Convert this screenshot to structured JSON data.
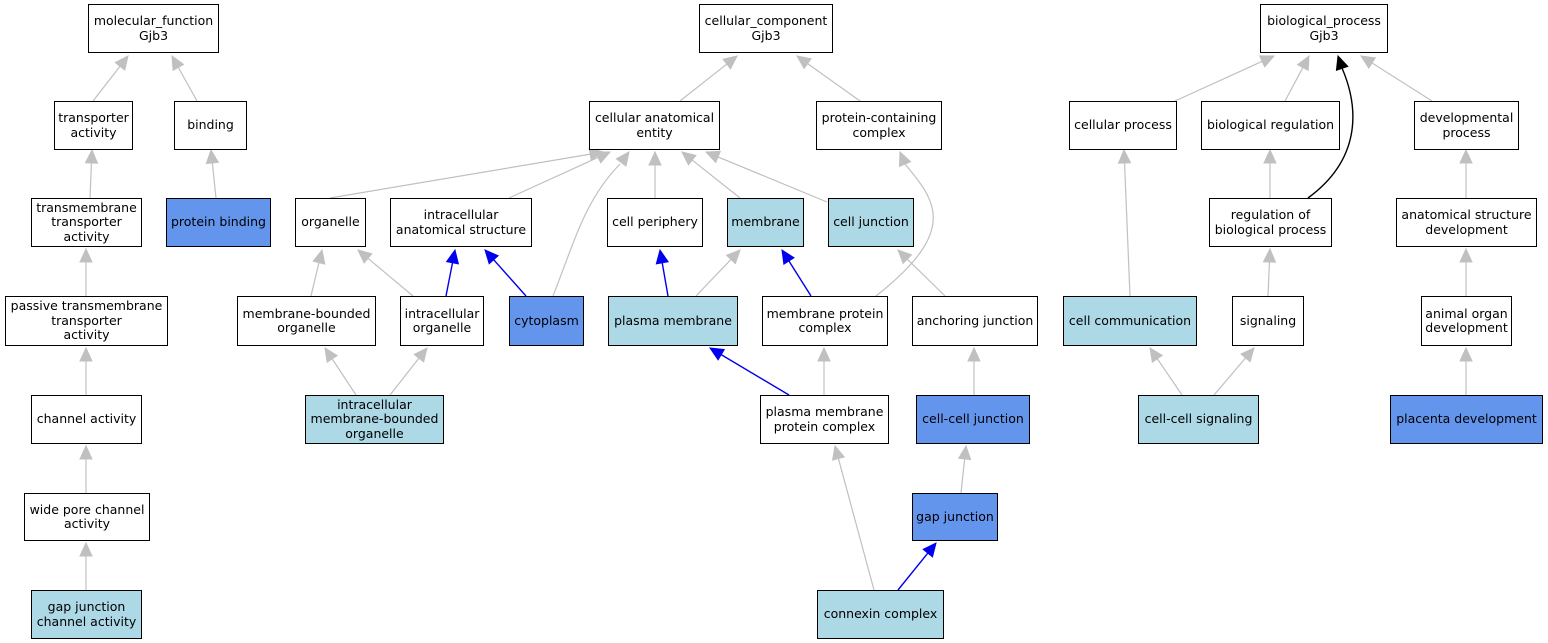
{
  "colors": {
    "edge_gray": "#c0c0c0",
    "edge_blue": "#0000ee",
    "edge_black": "#000000",
    "fill_none": "#ffffff",
    "fill_light": "#add8e6",
    "fill_strong": "#6495ed"
  },
  "nodes": {
    "mf_root": {
      "label": "molecular_function\nGjb3",
      "fill": "white"
    },
    "transporter_activity": {
      "label": "transporter\nactivity",
      "fill": "white"
    },
    "binding": {
      "label": "binding",
      "fill": "white"
    },
    "tm_transporter": {
      "label": "transmembrane\ntransporter\nactivity",
      "fill": "white"
    },
    "protein_binding": {
      "label": "protein binding",
      "fill": "blue"
    },
    "passive_tm": {
      "label": "passive transmembrane\ntransporter\nactivity",
      "fill": "white"
    },
    "channel_activity": {
      "label": "channel activity",
      "fill": "white"
    },
    "wide_pore": {
      "label": "wide pore channel\nactivity",
      "fill": "white"
    },
    "gj_channel": {
      "label": "gap junction\nchannel activity",
      "fill": "light"
    },
    "cc_root": {
      "label": "cellular_component\nGjb3",
      "fill": "white"
    },
    "cell_anat_entity": {
      "label": "cellular anatomical\nentity",
      "fill": "white"
    },
    "protein_complex": {
      "label": "protein-containing\ncomplex",
      "fill": "white"
    },
    "organelle": {
      "label": "organelle",
      "fill": "white"
    },
    "intracellular_anat": {
      "label": "intracellular\nanatomical structure",
      "fill": "white"
    },
    "cell_periphery": {
      "label": "cell periphery",
      "fill": "white"
    },
    "membrane": {
      "label": "membrane",
      "fill": "light"
    },
    "cell_junction": {
      "label": "cell junction",
      "fill": "light"
    },
    "membrane_bounded": {
      "label": "membrane-bounded\norganelle",
      "fill": "white"
    },
    "intracellular_organelle": {
      "label": "intracellular\norganelle",
      "fill": "white"
    },
    "cytoplasm": {
      "label": "cytoplasm",
      "fill": "blue"
    },
    "plasma_membrane": {
      "label": "plasma membrane",
      "fill": "light"
    },
    "membrane_protein_complex": {
      "label": "membrane protein\ncomplex",
      "fill": "white"
    },
    "anchoring_junction": {
      "label": "anchoring junction",
      "fill": "white"
    },
    "intra_mb_organelle": {
      "label": "intracellular\nmembrane-bounded\norganelle",
      "fill": "light"
    },
    "pm_protein_complex": {
      "label": "plasma membrane\nprotein complex",
      "fill": "white"
    },
    "cell_cell_junction": {
      "label": "cell-cell junction",
      "fill": "blue"
    },
    "gap_junction": {
      "label": "gap junction",
      "fill": "blue"
    },
    "connexin_complex": {
      "label": "connexin complex",
      "fill": "light"
    },
    "bp_root": {
      "label": "biological_process\nGjb3",
      "fill": "white"
    },
    "cellular_process": {
      "label": "cellular process",
      "fill": "white"
    },
    "biological_regulation": {
      "label": "biological regulation",
      "fill": "white"
    },
    "developmental_process": {
      "label": "developmental\nprocess",
      "fill": "white"
    },
    "reg_bio_process": {
      "label": "regulation of\nbiological process",
      "fill": "white"
    },
    "anat_struct_dev": {
      "label": "anatomical structure\ndevelopment",
      "fill": "white"
    },
    "cell_communication": {
      "label": "cell communication",
      "fill": "light"
    },
    "signaling": {
      "label": "signaling",
      "fill": "white"
    },
    "animal_organ_dev": {
      "label": "animal organ\ndevelopment",
      "fill": "white"
    },
    "cell_cell_signaling": {
      "label": "cell-cell signaling",
      "fill": "light"
    },
    "placenta_dev": {
      "label": "placenta development",
      "fill": "blue"
    }
  },
  "edges": [
    {
      "from": "transporter_activity",
      "to": "mf_root",
      "color": "gray"
    },
    {
      "from": "binding",
      "to": "mf_root",
      "color": "gray"
    },
    {
      "from": "tm_transporter",
      "to": "transporter_activity",
      "color": "gray"
    },
    {
      "from": "protein_binding",
      "to": "binding",
      "color": "gray"
    },
    {
      "from": "passive_tm",
      "to": "tm_transporter",
      "color": "gray"
    },
    {
      "from": "channel_activity",
      "to": "passive_tm",
      "color": "gray"
    },
    {
      "from": "wide_pore",
      "to": "channel_activity",
      "color": "gray"
    },
    {
      "from": "gj_channel",
      "to": "wide_pore",
      "color": "gray"
    },
    {
      "from": "cell_anat_entity",
      "to": "cc_root",
      "color": "gray"
    },
    {
      "from": "protein_complex",
      "to": "cc_root",
      "color": "gray"
    },
    {
      "from": "organelle",
      "to": "cell_anat_entity",
      "color": "gray"
    },
    {
      "from": "intracellular_anat",
      "to": "cell_anat_entity",
      "color": "gray"
    },
    {
      "from": "cytoplasm",
      "to": "cell_anat_entity",
      "color": "gray",
      "curve": "cytoplasm"
    },
    {
      "from": "cell_periphery",
      "to": "cell_anat_entity",
      "color": "gray"
    },
    {
      "from": "membrane",
      "to": "cell_anat_entity",
      "color": "gray"
    },
    {
      "from": "cell_junction",
      "to": "cell_anat_entity",
      "color": "gray"
    },
    {
      "from": "membrane_bounded",
      "to": "organelle",
      "color": "gray"
    },
    {
      "from": "intracellular_organelle",
      "to": "organelle",
      "color": "gray"
    },
    {
      "from": "intracellular_organelle",
      "to": "intracellular_anat",
      "color": "blue"
    },
    {
      "from": "cytoplasm",
      "to": "intracellular_anat",
      "color": "blue"
    },
    {
      "from": "plasma_membrane",
      "to": "cell_periphery",
      "color": "blue"
    },
    {
      "from": "plasma_membrane",
      "to": "membrane",
      "color": "gray"
    },
    {
      "from": "membrane_protein_complex",
      "to": "membrane",
      "color": "blue"
    },
    {
      "from": "membrane_protein_complex",
      "to": "protein_complex",
      "color": "gray",
      "curve": "mpc"
    },
    {
      "from": "anchoring_junction",
      "to": "cell_junction",
      "color": "gray"
    },
    {
      "from": "intra_mb_organelle",
      "to": "membrane_bounded",
      "color": "gray"
    },
    {
      "from": "intra_mb_organelle",
      "to": "intracellular_organelle",
      "color": "gray"
    },
    {
      "from": "pm_protein_complex",
      "to": "plasma_membrane",
      "color": "blue"
    },
    {
      "from": "pm_protein_complex",
      "to": "membrane_protein_complex",
      "color": "gray"
    },
    {
      "from": "cell_cell_junction",
      "to": "anchoring_junction",
      "color": "gray"
    },
    {
      "from": "gap_junction",
      "to": "cell_cell_junction",
      "color": "gray"
    },
    {
      "from": "connexin_complex",
      "to": "gap_junction",
      "color": "blue"
    },
    {
      "from": "connexin_complex",
      "to": "pm_protein_complex",
      "color": "gray"
    },
    {
      "from": "cellular_process",
      "to": "bp_root",
      "color": "gray"
    },
    {
      "from": "biological_regulation",
      "to": "bp_root",
      "color": "gray"
    },
    {
      "from": "developmental_process",
      "to": "bp_root",
      "color": "gray"
    },
    {
      "from": "reg_bio_process",
      "to": "bp_root",
      "color": "black",
      "curve": "regbp"
    },
    {
      "from": "reg_bio_process",
      "to": "biological_regulation",
      "color": "gray"
    },
    {
      "from": "anat_struct_dev",
      "to": "developmental_process",
      "color": "gray"
    },
    {
      "from": "cell_communication",
      "to": "cellular_process",
      "color": "gray"
    },
    {
      "from": "signaling",
      "to": "reg_bio_process",
      "color": "gray"
    },
    {
      "from": "animal_organ_dev",
      "to": "anat_struct_dev",
      "color": "gray"
    },
    {
      "from": "cell_cell_signaling",
      "to": "cell_communication",
      "color": "gray"
    },
    {
      "from": "cell_cell_signaling",
      "to": "signaling",
      "color": "gray"
    },
    {
      "from": "placenta_dev",
      "to": "animal_organ_dev",
      "color": "gray"
    }
  ]
}
